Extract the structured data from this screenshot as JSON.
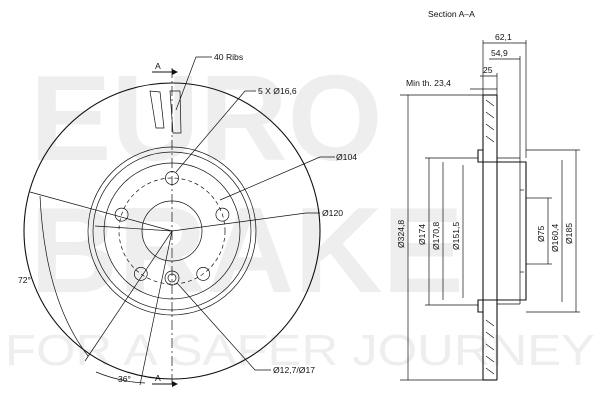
{
  "watermark": {
    "line1": "EURO",
    "line2": "BRAKE",
    "tagline": "FOR A SAFER JOURNEY"
  },
  "section": {
    "title": "Section A–A",
    "cut_label": "A"
  },
  "front_view": {
    "ribs_label": "40 Ribs",
    "holes_label": "5 X Ø16,6",
    "pcd_label": "Ø104",
    "hub_label": "Ø120",
    "hole_label": "Ø12,7/Ø17",
    "angle_72": "72°",
    "angle_36": "36°"
  },
  "section_view": {
    "width_total": "62,1",
    "width_2": "54,9",
    "width_3": "25",
    "min_thickness": "Min th. 23,4",
    "dia_outer": "Ø324,8",
    "dia_174": "Ø174",
    "dia_170_8": "Ø170,8",
    "dia_151_5": "Ø151,5",
    "dia_75": "Ø75",
    "dia_160_4": "Ø160,4",
    "dia_185": "Ø185"
  },
  "colors": {
    "line": "#111111",
    "watermark": "#eeeeee",
    "background": "#ffffff"
  }
}
